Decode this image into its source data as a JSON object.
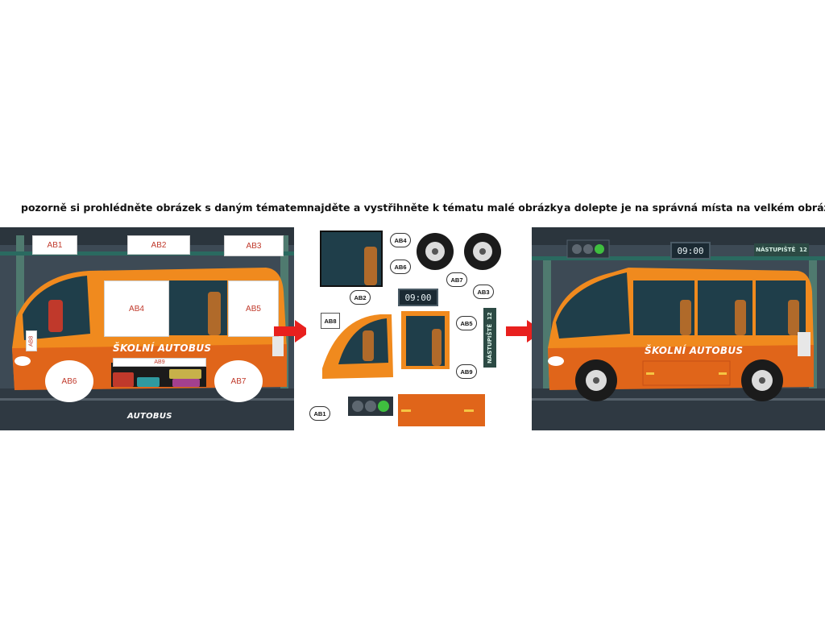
{
  "steps": {
    "step1": "pozorně si prohlédněte obrázek s daným tématem",
    "step2": "najděte a vystřihněte k tématu malé obrázky",
    "step3": "a dolepte je na správná místa na velkém obrázku"
  },
  "bus": {
    "side_text": "ŠKOLNÍ AUTOBUS",
    "floor_text": "AUTOBUS",
    "clock_time": "09:00",
    "platform_text": "NÁSTUPIŠTĚ",
    "platform_number": "12"
  },
  "placeholders": {
    "ab1": "AB1",
    "ab2": "AB2",
    "ab3": "AB3",
    "ab4": "AB4",
    "ab5": "AB5",
    "ab6": "AB6",
    "ab7": "AB7",
    "ab8": "AB8",
    "ab9": "AB9"
  },
  "colors": {
    "bus_orange": "#f08a1e",
    "bus_dark_orange": "#e0651a",
    "depot_bg": "#3d4a55",
    "window_dark": "#1f3e4a",
    "arrow_red": "#e8201e",
    "label_red": "#c0392b"
  }
}
